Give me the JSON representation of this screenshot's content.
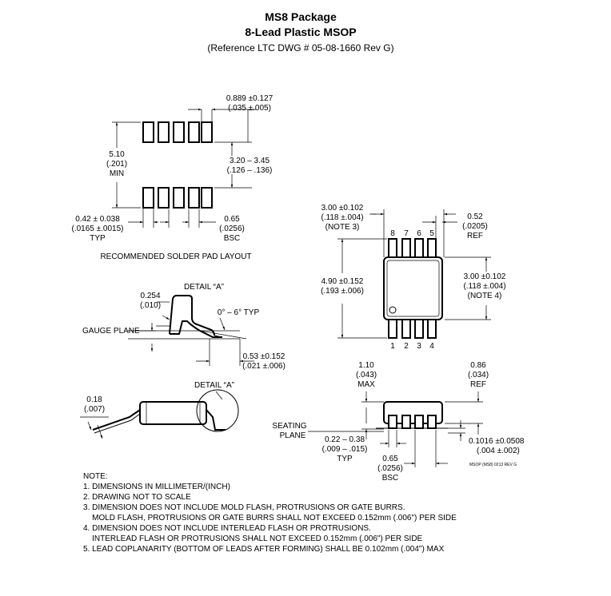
{
  "title": {
    "line1": "MS8 Package",
    "line2": "8-Lead Plastic MSOP",
    "line3": "(Reference LTC DWG # 05-08-1660 Rev G)"
  },
  "solder_pad": {
    "pad_width": [
      "0.889 ±0.127",
      "(.035 ±.005)"
    ],
    "span": [
      "5.10",
      "(.201)",
      "MIN"
    ],
    "inner": [
      "3.20 – 3.45",
      "(.126 – .136)"
    ],
    "lead_width": [
      "0.42 ± 0.038",
      "(.0165 ±.0015)",
      "TYP"
    ],
    "pitch": [
      "0.65",
      "(.0256)",
      "BSC"
    ],
    "caption": "RECOMMENDED SOLDER PAD LAYOUT"
  },
  "top_view": {
    "width": [
      "3.00 ±0.102",
      "(.118 ±.004)",
      "(NOTE 3)"
    ],
    "ref": [
      "0.52",
      "(.0205)",
      "REF"
    ],
    "height": [
      "4.90 ±0.152",
      "(.193 ±.006)"
    ],
    "body": [
      "3.00 ±0.102",
      "(.118 ±.004)",
      "(NOTE 4)"
    ],
    "pins_top": [
      "8",
      "7",
      "6",
      "5"
    ],
    "pins_bottom": [
      "1",
      "2",
      "3",
      "4"
    ]
  },
  "detail_a": {
    "label": "DETAIL “A”",
    "lead_thk": [
      "0.254",
      "(.010)"
    ],
    "angle": "0° – 6° TYP",
    "gauge": "GAUGE PLANE",
    "foot": [
      "0.53 ±0.152",
      "(.021 ±.006)"
    ]
  },
  "side_view": {
    "lead_thk": [
      "0.18",
      "(.007)"
    ],
    "detail_label": "DETAIL “A”"
  },
  "end_view": {
    "height": [
      "1.10",
      "(.043)",
      "MAX"
    ],
    "ref": [
      "0.86",
      "(.034)",
      "REF"
    ],
    "seating": [
      "SEATING",
      "PLANE"
    ],
    "lead_w": [
      "0.22 – 0.38",
      "(.009 – .015)",
      "TYP"
    ],
    "pitch": [
      "0.65",
      "(.0256)",
      "BSC"
    ],
    "standoff": [
      "0.1016 ±0.0508",
      "(.004 ±.002)"
    ],
    "code": "MSOP (MS8) 0213 REV G"
  },
  "notes": {
    "heading": "NOTE:",
    "lines": [
      "1. DIMENSIONS IN MILLIMETER/(INCH)",
      "2. DRAWING NOT TO SCALE",
      "3. DIMENSION DOES NOT INCLUDE MOLD FLASH, PROTRUSIONS OR GATE BURRS.",
      "    MOLD FLASH, PROTRUSIONS OR GATE BURRS SHALL NOT EXCEED 0.152mm (.006\") PER SIDE",
      "4. DIMENSION DOES NOT INCLUDE INTERLEAD FLASH OR PROTRUSIONS.",
      "    INTERLEAD FLASH OR PROTRUSIONS SHALL NOT EXCEED 0.152mm (.006\") PER SIDE",
      "5. LEAD COPLANARITY (BOTTOM OF LEADS AFTER FORMING) SHALL BE 0.102mm (.004\") MAX"
    ]
  }
}
